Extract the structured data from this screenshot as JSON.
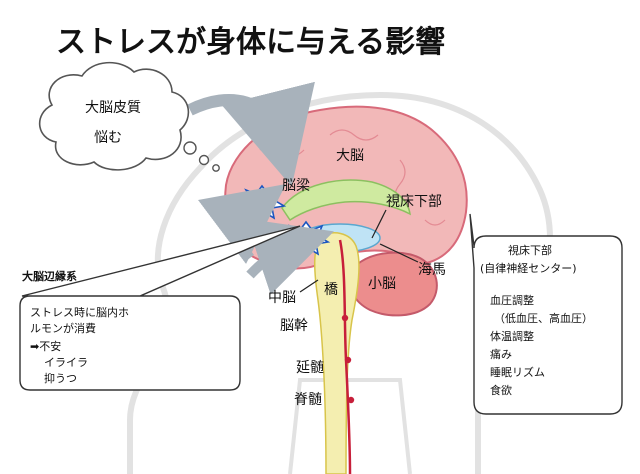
{
  "title": "ストレスが身体に与える影響",
  "cloud": {
    "line1": "大脳皮質",
    "line2": "悩む"
  },
  "limbic": {
    "heading": "大脳辺縁系",
    "lines": [
      "ストレス時に脳内ホ",
      "ルモンが消費",
      "➡不安",
      "イライラ",
      "抑うつ"
    ]
  },
  "parts": {
    "cerebrum": "大脳",
    "corpus_callosum": "脳梁",
    "hypothalamus": "視床下部",
    "hippocampus": "海馬",
    "cerebellum": "小脳",
    "midbrain": "中脳",
    "pons": "橋",
    "brainstem": "脳幹",
    "medulla": "延髄",
    "spinal_cord": "脊髄"
  },
  "hypo_box": {
    "heading": "視床下部",
    "subheading": "(自律神経センター)",
    "items": [
      "血圧調整",
      "（低血圧、高血圧）",
      "体温調整",
      "痛み",
      "睡眠リズム",
      "食欲"
    ]
  },
  "colors": {
    "brain": "#f2b8b8",
    "brain_stroke": "#d86a7a",
    "callosum": "#cfeaa0",
    "thalamus": "#bfe3f5",
    "brainstem": "#f4eeb0",
    "cerebellum": "#ec8d8d",
    "spinal": "#c71f3a",
    "arrow": "#a8b2bb",
    "head": "#e8e8e8"
  }
}
